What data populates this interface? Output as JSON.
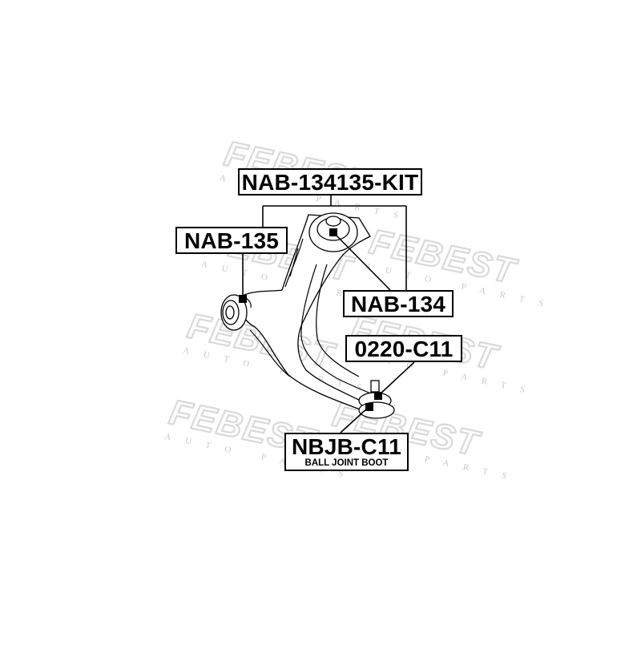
{
  "diagram": {
    "type": "exploded parts diagram",
    "subject": "front lower control arm",
    "watermark": {
      "brand": "FEBEST",
      "sub": "AUTO PARTS",
      "color": "#d9d9d9"
    },
    "labels": [
      {
        "id": "kit",
        "part_number": "NAB-134135-KIT",
        "caption": ""
      },
      {
        "id": "rear-bushing",
        "part_number": "NAB-135",
        "caption": ""
      },
      {
        "id": "front-bushing",
        "part_number": "NAB-134",
        "caption": ""
      },
      {
        "id": "ball-joint",
        "part_number": "0220-C11",
        "caption": ""
      },
      {
        "id": "ball-joint-boot",
        "part_number": "NBJB-C11",
        "caption": "BALL JOINT BOOT"
      }
    ],
    "callouts": [
      {
        "label": "NAB-134135-KIT",
        "points_to": [
          "NAB-135",
          "NAB-134"
        ]
      },
      {
        "label": "NAB-135",
        "points_to": "rear bushing (left)"
      },
      {
        "label": "NAB-134",
        "points_to": "front bushing (top)"
      },
      {
        "label": "0220-C11",
        "points_to": "ball joint"
      },
      {
        "label": "NBJB-C11",
        "points_to": "ball joint boot"
      }
    ]
  }
}
